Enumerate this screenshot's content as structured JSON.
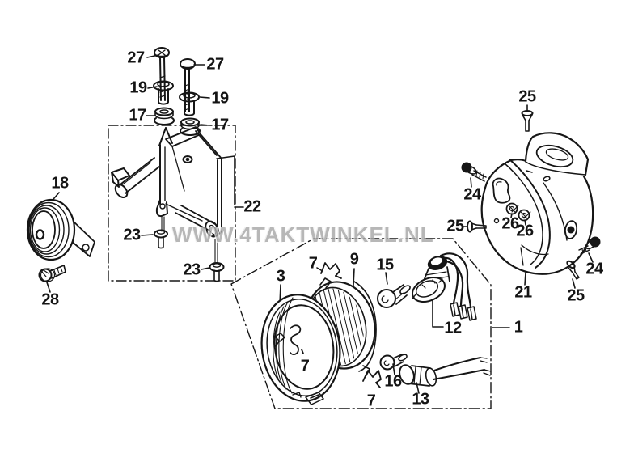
{
  "diagram": {
    "watermark": "WWW.4TAKTWINKEL.NL",
    "background": "#ffffff",
    "line_color": "#161616",
    "watermark_color": "#a6a6a6",
    "labels": [
      {
        "text": "27"
      },
      {
        "text": "27"
      },
      {
        "text": "19"
      },
      {
        "text": "19"
      },
      {
        "text": "17"
      },
      {
        "text": "17"
      },
      {
        "text": "18"
      },
      {
        "text": "22"
      },
      {
        "text": "23"
      },
      {
        "text": "23"
      },
      {
        "text": "28"
      },
      {
        "text": "3"
      },
      {
        "text": "7"
      },
      {
        "text": "9"
      },
      {
        "text": "15"
      },
      {
        "text": "12"
      },
      {
        "text": "1"
      },
      {
        "text": "21"
      },
      {
        "text": "24"
      },
      {
        "text": "25"
      },
      {
        "text": "25"
      },
      {
        "text": "24"
      },
      {
        "text": "25"
      },
      {
        "text": "26"
      },
      {
        "text": "26"
      },
      {
        "text": "16"
      },
      {
        "text": "13"
      },
      {
        "text": "7"
      },
      {
        "text": "7"
      }
    ]
  }
}
